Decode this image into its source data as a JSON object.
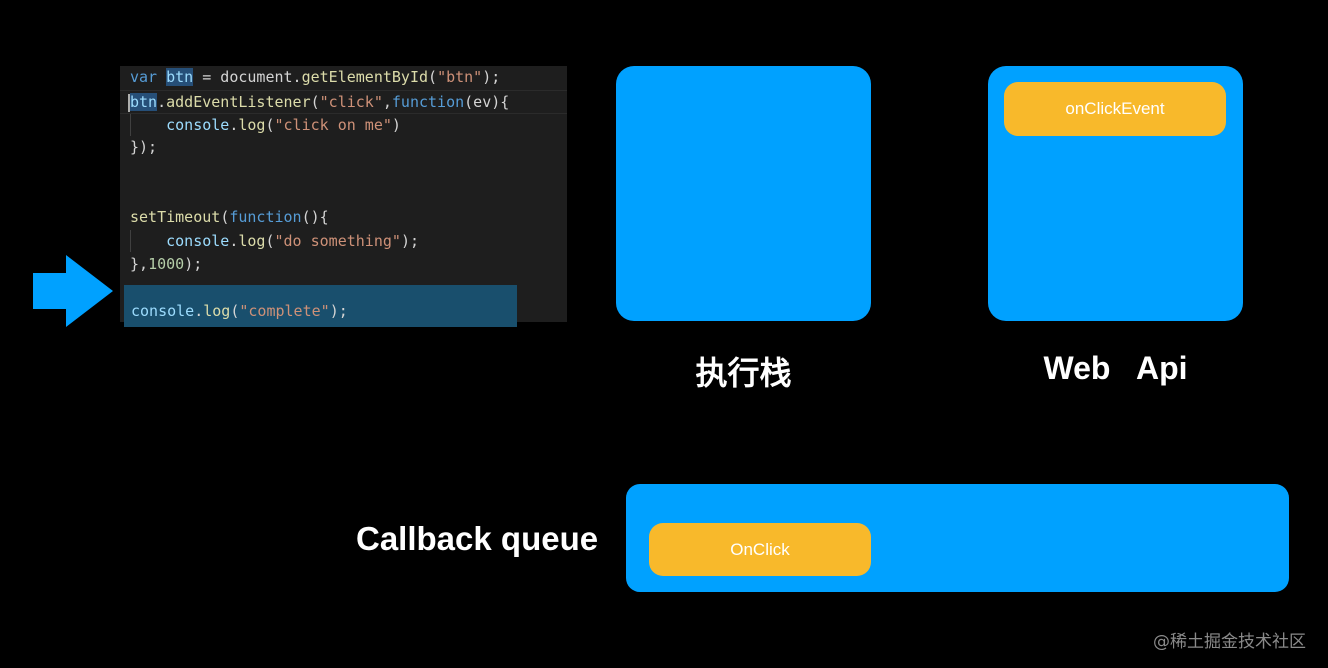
{
  "code": {
    "line1": {
      "kw": "var",
      "sp1": " ",
      "var": "btn",
      "rest": " = document.",
      "fn": "getElementById",
      "open": "(",
      "str": "\"btn\"",
      "close": ");"
    },
    "line2": {
      "var": "btn",
      "dot": ".",
      "fn": "addEventListener",
      "open": "(",
      "str": "\"click\"",
      "comma": ",",
      "kw": "function",
      "args": "(ev){"
    },
    "line3": {
      "indent": "    ",
      "obj": "console",
      "dot": ".",
      "fn": "log",
      "open": "(",
      "str": "\"click on me\"",
      "close": ")"
    },
    "line4": "});",
    "line5": {
      "fn": "setTimeout",
      "open": "(",
      "kw": "function",
      "rest": "(){"
    },
    "line6": {
      "indent": "    ",
      "obj": "console",
      "dot": ".",
      "fn": "log",
      "open": "(",
      "str": "\"do something\"",
      "close": ");"
    },
    "line7": {
      "pre": "},",
      "num": "1000",
      "close": ");"
    },
    "line8": {
      "obj": "console",
      "dot": ".",
      "fn": "log",
      "open": "(",
      "str": "\"complete\"",
      "close": ");"
    }
  },
  "diagram": {
    "stack_label": "执行栈",
    "webapi_label": "Web   Api",
    "queue_label": "Callback queue",
    "webapi_item": "onClickEvent",
    "queue_item": "OnClick"
  },
  "watermark": "@稀土掘金技术社区",
  "colors": {
    "box_blue": "#00a1ff",
    "pill_yellow": "#f8b92b",
    "background": "#000000"
  },
  "icons": {
    "pointer": "arrow-right-icon"
  }
}
